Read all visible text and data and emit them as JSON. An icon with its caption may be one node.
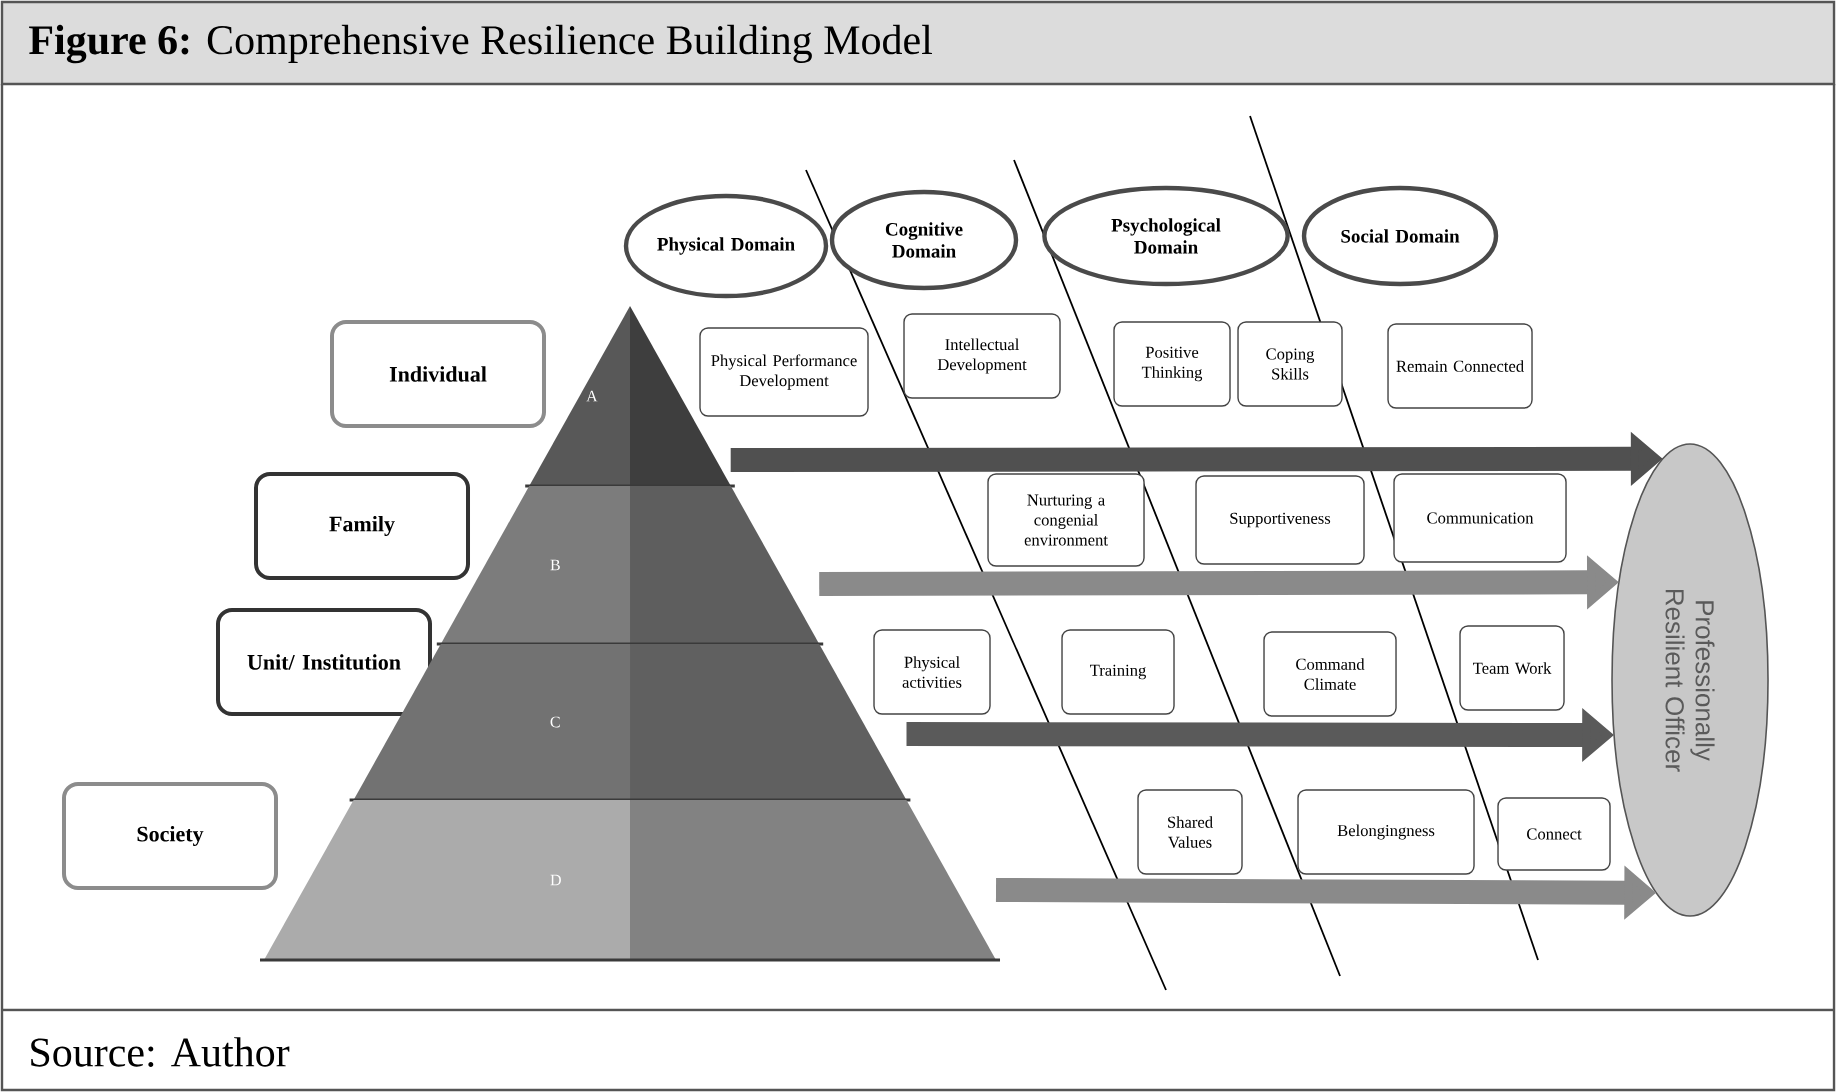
{
  "diagram": {
    "title": "**Figure 6:** Comprehensive Resilience Building Model",
    "caption": "Source: Author",
    "nodes": [
      {
        "text": [
          "Physical Domain"
        ]
      },
      {
        "text": [
          "Cognitive Domain"
        ]
      },
      {
        "text": [
          "Psychological Domain"
        ]
      },
      {
        "text": [
          "Social Domain"
        ]
      },
      {
        "text": [
          "Individual"
        ]
      },
      {
        "text": [
          "Family"
        ]
      },
      {
        "text": [
          "Unit/ Institution"
        ]
      },
      {
        "text": [
          "Society"
        ]
      },
      {
        "text": [
          "A"
        ]
      },
      {
        "text": [
          "B"
        ]
      },
      {
        "text": [
          "C"
        ]
      },
      {
        "text": [
          "D"
        ]
      },
      {
        "text": [
          "Professionally Resilient Officer"
        ]
      },
      {
        "text": [
          "Physical Performance Development"
        ]
      },
      {
        "text": [
          "Intellectual Development"
        ]
      },
      {
        "text": [
          "Positive Thinking"
        ]
      },
      {
        "text": [
          "Coping Skills"
        ]
      },
      {
        "text": [
          "Remain Connected"
        ]
      },
      {
        "text": [
          "Nurturing a congenial environment"
        ]
      },
      {
        "text": [
          "Supportiveness"
        ]
      },
      {
        "text": [
          "Communication"
        ]
      },
      {
        "text": [
          "Physical activities"
        ]
      },
      {
        "text": [
          "Training"
        ]
      },
      {
        "text": [
          "Command Climate"
        ]
      },
      {
        "text": [
          "Team Work"
        ]
      },
      {
        "text": [
          "Shared Values"
        ]
      },
      {
        "text": [
          "Belongingness"
        ]
      },
      {
        "text": [
          "Connect"
        ]
      }
    ],
    "edges": [
      {
        "from": 8,
        "to": 12,
        "arrow": "to",
        "color": "#505050"
      },
      {
        "from": 9,
        "to": 12,
        "arrow": "to",
        "color": "#8a8a8a"
      },
      {
        "from": 10,
        "to": 12,
        "arrow": "to",
        "color": "#5a5a5a"
      },
      {
        "from": 11,
        "to": 12,
        "arrow": "to",
        "color": "#8a8a8a"
      }
    ]
  }
}
